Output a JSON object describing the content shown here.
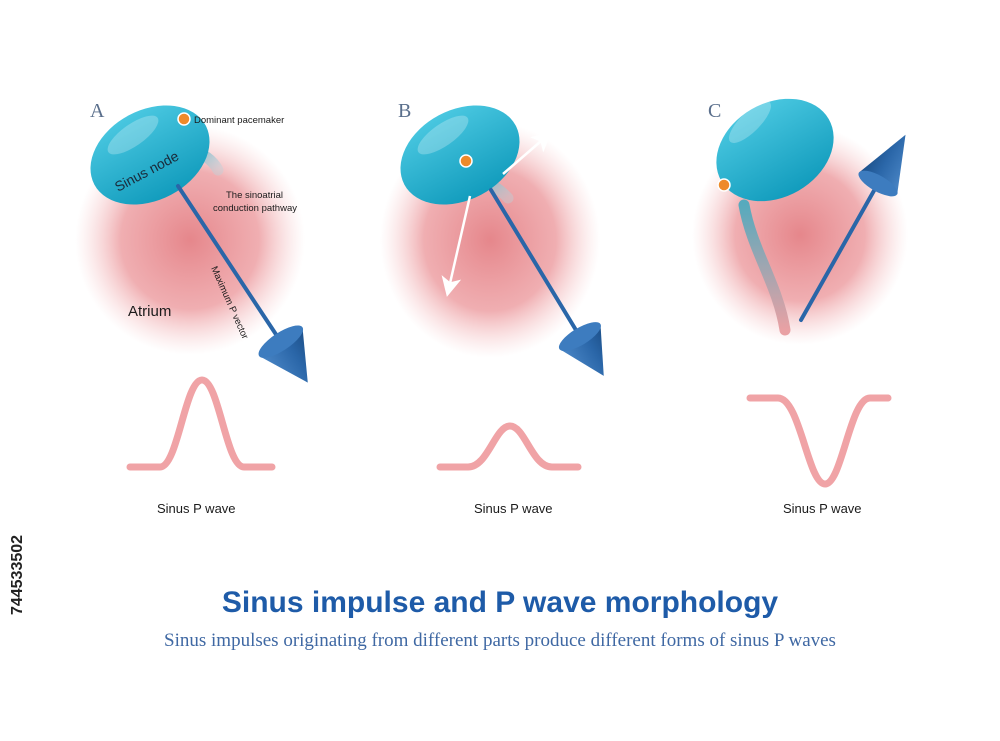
{
  "panels": [
    {
      "letter": "A",
      "node_label": "Sinus node",
      "pacemaker_label": "Dominant pacemaker",
      "pathway_label_line1": "The sinoatrial",
      "pathway_label_line2": "conduction pathway",
      "vector_label": "Maximum P vector",
      "atrium_label": "Atrium",
      "wave_label": "Sinus P wave",
      "wave_shape": "tall upright"
    },
    {
      "letter": "B",
      "wave_label": "Sinus P wave",
      "wave_shape": "low upright"
    },
    {
      "letter": "C",
      "wave_label": "Sinus P wave",
      "wave_shape": "inverted"
    }
  ],
  "title": "Sinus impulse and P wave morphology",
  "subtitle": "Sinus impulses originating from different parts produce different forms of sinus P waves",
  "stock_id": "744533502",
  "colors": {
    "atrium": "#e8868c",
    "sinus_node": "#1fb2d0",
    "pacemaker_dot": "#ee8a2a",
    "vector": "#2a66a8",
    "p_wave": "#f0a3a6",
    "title": "#1e5ba8",
    "subtitle": "#3f68a3"
  }
}
